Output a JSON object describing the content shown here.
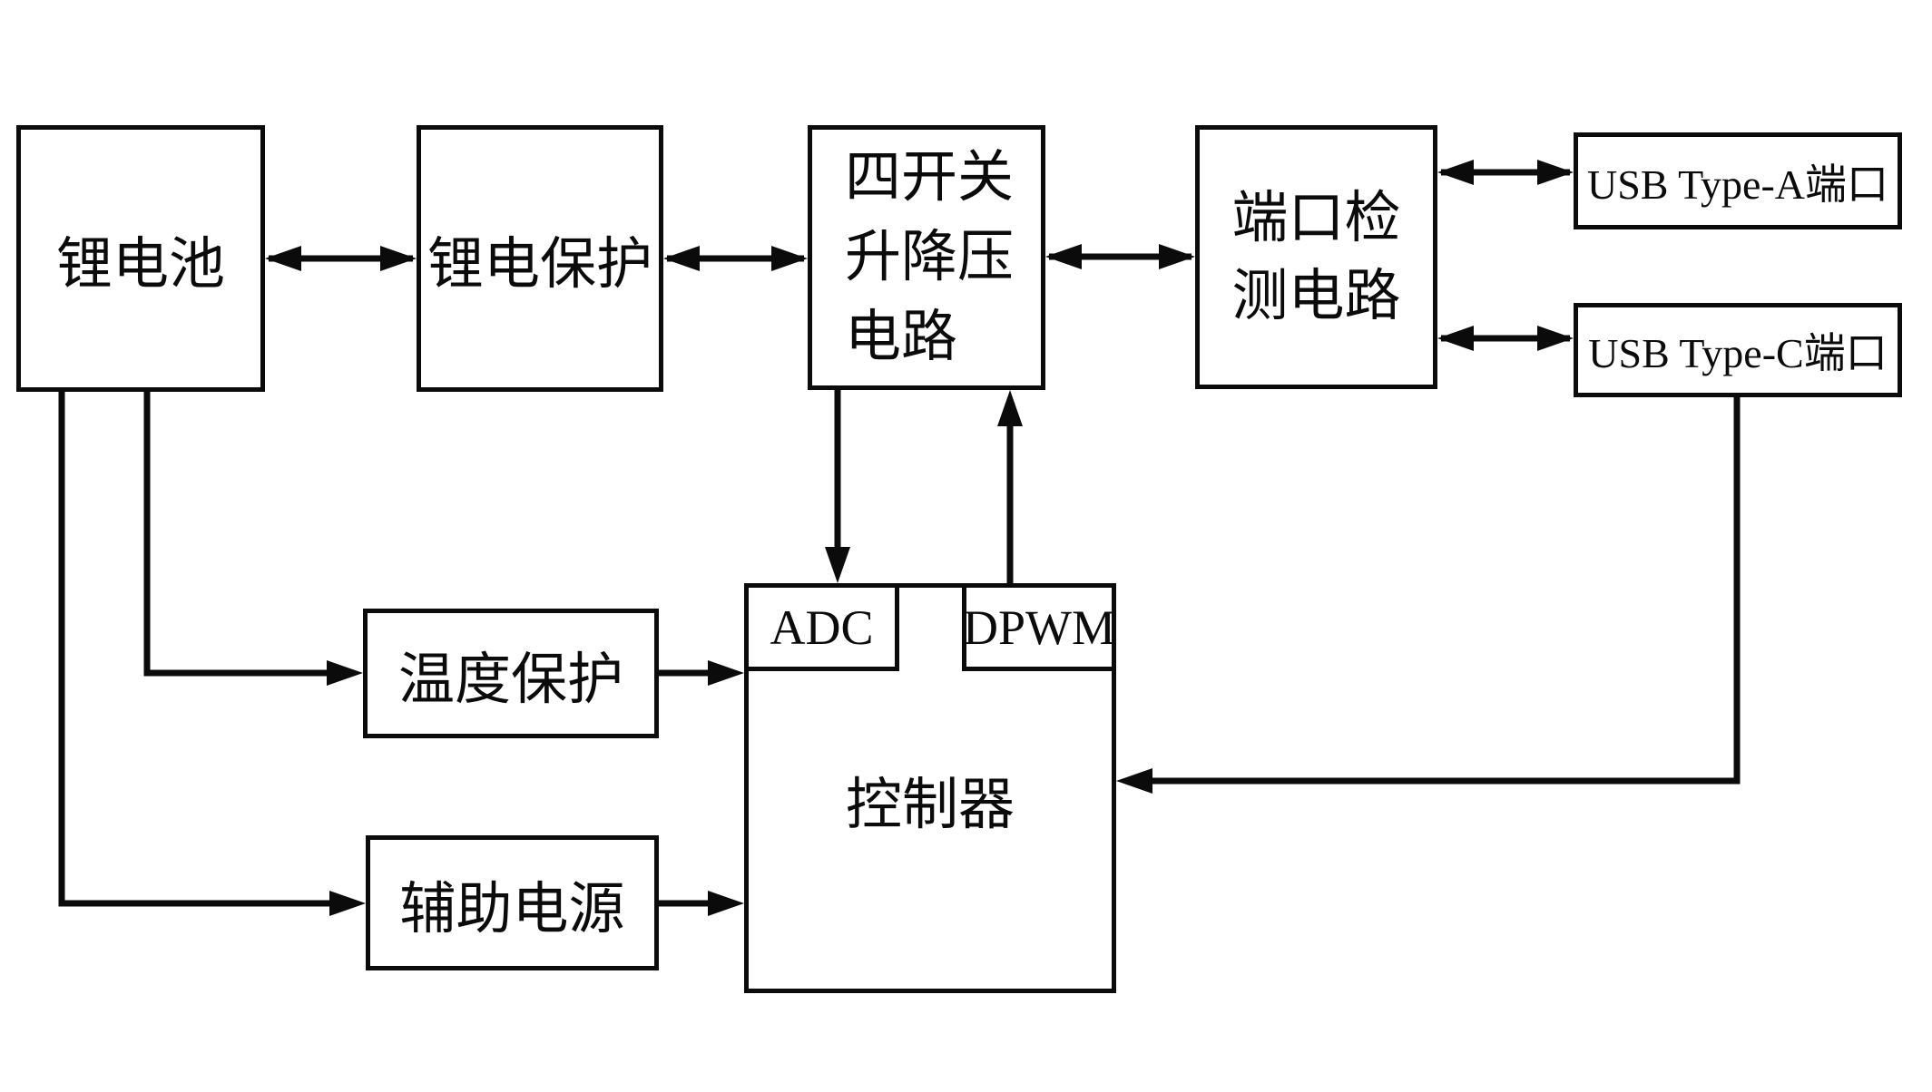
{
  "diagram": {
    "background": "#ffffff",
    "stroke_color": "#0b0b0b"
  },
  "nodes": {
    "battery": {
      "label": "锂电池"
    },
    "battery_protection": {
      "label": "锂电保护"
    },
    "buck_boost": {
      "lines": [
        "四开关",
        "升降压",
        "电路"
      ]
    },
    "port_detect": {
      "lines": [
        "端口检",
        "测电路"
      ]
    },
    "usb_a": {
      "label": "USB Type-A端口"
    },
    "usb_c": {
      "label": "USB Type-C端口"
    },
    "temperature_protection": {
      "label": "温度保护"
    },
    "aux_power": {
      "label": "辅助电源"
    },
    "controller": {
      "label": "控制器"
    },
    "adc": {
      "label": "ADC"
    },
    "dpwm": {
      "label": "DPWM"
    }
  },
  "connections": [
    {
      "from": "battery",
      "to": "battery_protection",
      "type": "bidirectional"
    },
    {
      "from": "battery_protection",
      "to": "buck_boost",
      "type": "bidirectional"
    },
    {
      "from": "buck_boost",
      "to": "port_detect",
      "type": "bidirectional"
    },
    {
      "from": "port_detect",
      "to": "usb_a",
      "type": "bidirectional"
    },
    {
      "from": "port_detect",
      "to": "usb_c",
      "type": "bidirectional"
    },
    {
      "from": "buck_boost",
      "to": "adc",
      "type": "directed"
    },
    {
      "from": "dpwm",
      "to": "buck_boost",
      "type": "directed"
    },
    {
      "from": "battery",
      "to": "temperature_protection",
      "type": "directed"
    },
    {
      "from": "temperature_protection",
      "to": "controller",
      "type": "directed"
    },
    {
      "from": "battery",
      "to": "aux_power",
      "type": "directed"
    },
    {
      "from": "aux_power",
      "to": "controller",
      "type": "directed"
    },
    {
      "from": "usb_c",
      "to": "controller",
      "type": "directed"
    }
  ]
}
